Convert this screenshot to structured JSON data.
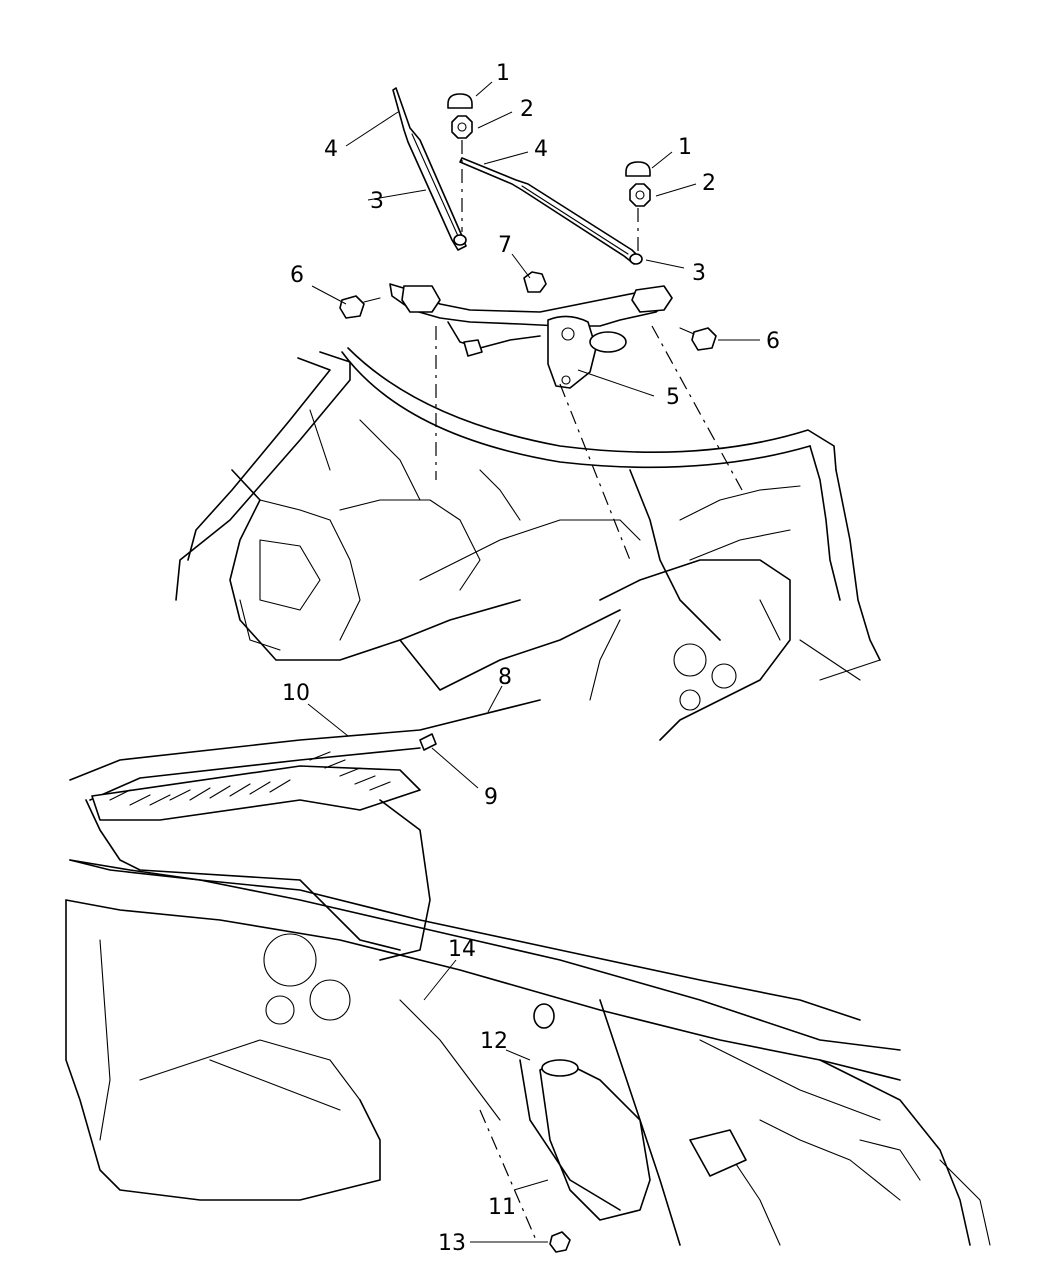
{
  "callouts": {
    "c1a": "1",
    "c1b": "1",
    "c2a": "2",
    "c2b": "2",
    "c3a": "3",
    "c3b": "3",
    "c4a": "4",
    "c4b": "4",
    "c5": "5",
    "c6a": "6",
    "c6b": "6",
    "c7": "7",
    "c8": "8",
    "c9": "9",
    "c10": "10",
    "c11": "11",
    "c12": "12",
    "c13": "13",
    "c14": "14"
  }
}
